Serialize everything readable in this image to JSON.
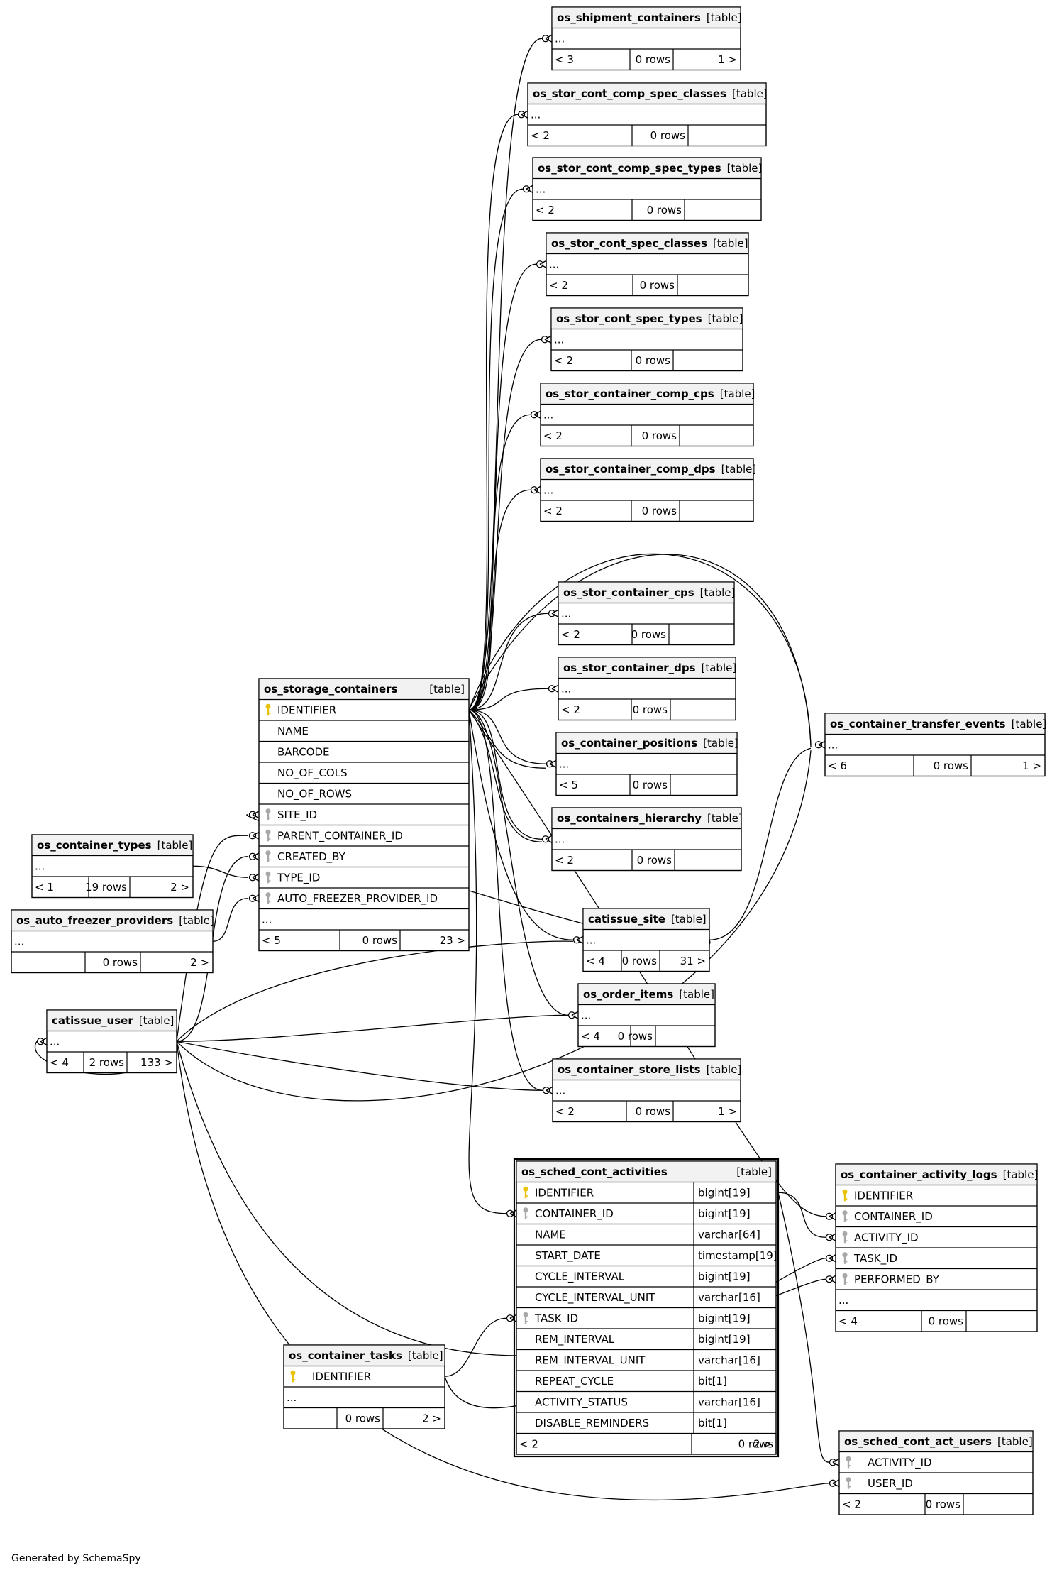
{
  "footer": "Generated by SchemaSpy",
  "tables": [
    {
      "id": "os_shipment_containers",
      "name": "os_shipment_containers",
      "kind": "[table]",
      "columns": [],
      "more": "...",
      "stats": [
        "< 3",
        "0 rows",
        "1 >"
      ]
    },
    {
      "id": "os_stor_cont_comp_spec_classes",
      "name": "os_stor_cont_comp_spec_classes",
      "kind": "[table]",
      "columns": [],
      "more": "...",
      "stats": [
        "< 2",
        "0 rows",
        ""
      ]
    },
    {
      "id": "os_stor_cont_comp_spec_types",
      "name": "os_stor_cont_comp_spec_types",
      "kind": "[table]",
      "columns": [],
      "more": "...",
      "stats": [
        "< 2",
        "0 rows",
        ""
      ]
    },
    {
      "id": "os_stor_cont_spec_classes",
      "name": "os_stor_cont_spec_classes",
      "kind": "[table]",
      "columns": [],
      "more": "...",
      "stats": [
        "< 2",
        "0 rows",
        ""
      ]
    },
    {
      "id": "os_stor_cont_spec_types",
      "name": "os_stor_cont_spec_types",
      "kind": "[table]",
      "columns": [],
      "more": "...",
      "stats": [
        "< 2",
        "0 rows",
        ""
      ]
    },
    {
      "id": "os_stor_container_comp_cps",
      "name": "os_stor_container_comp_cps",
      "kind": "[table]",
      "columns": [],
      "more": "...",
      "stats": [
        "< 2",
        "0 rows",
        ""
      ]
    },
    {
      "id": "os_stor_container_comp_dps",
      "name": "os_stor_container_comp_dps",
      "kind": "[table]",
      "columns": [],
      "more": "...",
      "stats": [
        "< 2",
        "0 rows",
        ""
      ]
    },
    {
      "id": "os_stor_container_cps",
      "name": "os_stor_container_cps",
      "kind": "[table]",
      "columns": [],
      "more": "...",
      "stats": [
        "< 2",
        "0 rows",
        ""
      ]
    },
    {
      "id": "os_stor_container_dps",
      "name": "os_stor_container_dps",
      "kind": "[table]",
      "columns": [],
      "more": "...",
      "stats": [
        "< 2",
        "0 rows",
        ""
      ]
    },
    {
      "id": "os_container_positions",
      "name": "os_container_positions",
      "kind": "[table]",
      "columns": [],
      "more": "...",
      "stats": [
        "< 5",
        "0 rows",
        ""
      ]
    },
    {
      "id": "os_containers_hierarchy",
      "name": "os_containers_hierarchy",
      "kind": "[table]",
      "columns": [],
      "more": "...",
      "stats": [
        "< 2",
        "0 rows",
        ""
      ]
    },
    {
      "id": "catissue_site",
      "name": "catissue_site",
      "kind": "[table]",
      "columns": [],
      "more": "...",
      "stats": [
        "< 4",
        "0 rows",
        "31 >"
      ]
    },
    {
      "id": "os_order_items",
      "name": "os_order_items",
      "kind": "[table]",
      "columns": [],
      "more": "...",
      "stats": [
        "< 4",
        "0 rows",
        ""
      ]
    },
    {
      "id": "os_container_store_lists",
      "name": "os_container_store_lists",
      "kind": "[table]",
      "columns": [],
      "more": "...",
      "stats": [
        "< 2",
        "0 rows",
        "1 >"
      ]
    },
    {
      "id": "os_container_transfer_events",
      "name": "os_container_transfer_events",
      "kind": "[table]",
      "columns": [],
      "more": "...",
      "stats": [
        "< 6",
        "0 rows",
        "1 >"
      ]
    },
    {
      "id": "os_storage_containers",
      "name": "os_storage_containers",
      "kind": "[table]",
      "more": "...",
      "stats": [
        "< 5",
        "0 rows",
        "23 >"
      ],
      "columns": [
        {
          "name": "IDENTIFIER",
          "key": "pk"
        },
        {
          "name": "NAME",
          "key": ""
        },
        {
          "name": "BARCODE",
          "key": ""
        },
        {
          "name": "NO_OF_COLS",
          "key": ""
        },
        {
          "name": "NO_OF_ROWS",
          "key": ""
        },
        {
          "name": "SITE_ID",
          "key": "fk"
        },
        {
          "name": "PARENT_CONTAINER_ID",
          "key": "fk"
        },
        {
          "name": "CREATED_BY",
          "key": "fk"
        },
        {
          "name": "TYPE_ID",
          "key": "fk"
        },
        {
          "name": "AUTO_FREEZER_PROVIDER_ID",
          "key": "fk"
        }
      ]
    },
    {
      "id": "os_container_types",
      "name": "os_container_types",
      "kind": "[table]",
      "columns": [],
      "more": "...",
      "stats": [
        "< 1",
        "19 rows",
        "2 >"
      ]
    },
    {
      "id": "os_auto_freezer_providers",
      "name": "os_auto_freezer_providers",
      "kind": "[table]",
      "columns": [],
      "more": "...",
      "stats": [
        "",
        "0 rows",
        "2 >"
      ]
    },
    {
      "id": "catissue_user",
      "name": "catissue_user",
      "kind": "[table]",
      "columns": [],
      "more": "...",
      "stats": [
        "< 4",
        "2 rows",
        "133 >"
      ]
    },
    {
      "id": "os_sched_cont_activities",
      "name": "os_sched_cont_activities",
      "kind": "[table]",
      "focus": true,
      "stats": [
        "< 2",
        "0 rows",
        "2 >"
      ],
      "columns": [
        {
          "name": "IDENTIFIER",
          "key": "pk",
          "type": "bigint[19]"
        },
        {
          "name": "CONTAINER_ID",
          "key": "fk",
          "type": "bigint[19]"
        },
        {
          "name": "NAME",
          "key": "",
          "type": "varchar[64]"
        },
        {
          "name": "START_DATE",
          "key": "",
          "type": "timestamp[19]"
        },
        {
          "name": "CYCLE_INTERVAL",
          "key": "",
          "type": "bigint[19]"
        },
        {
          "name": "CYCLE_INTERVAL_UNIT",
          "key": "",
          "type": "varchar[16]"
        },
        {
          "name": "TASK_ID",
          "key": "fk",
          "type": "bigint[19]"
        },
        {
          "name": "REM_INTERVAL",
          "key": "",
          "type": "bigint[19]"
        },
        {
          "name": "REM_INTERVAL_UNIT",
          "key": "",
          "type": "varchar[16]"
        },
        {
          "name": "REPEAT_CYCLE",
          "key": "",
          "type": "bit[1]"
        },
        {
          "name": "ACTIVITY_STATUS",
          "key": "",
          "type": "varchar[16]"
        },
        {
          "name": "DISABLE_REMINDERS",
          "key": "",
          "type": "bit[1]"
        }
      ]
    },
    {
      "id": "os_container_tasks",
      "name": "os_container_tasks",
      "kind": "[table]",
      "more": "...",
      "stats": [
        "",
        "0 rows",
        "2 >"
      ],
      "columns": [
        {
          "name": "IDENTIFIER",
          "key": "pk"
        }
      ]
    },
    {
      "id": "os_container_activity_logs",
      "name": "os_container_activity_logs",
      "kind": "[table]",
      "more": "...",
      "stats": [
        "< 4",
        "0 rows",
        ""
      ],
      "columns": [
        {
          "name": "IDENTIFIER",
          "key": "pk"
        },
        {
          "name": "CONTAINER_ID",
          "key": "fk"
        },
        {
          "name": "ACTIVITY_ID",
          "key": "fk"
        },
        {
          "name": "TASK_ID",
          "key": "fk"
        },
        {
          "name": "PERFORMED_BY",
          "key": "fk"
        }
      ]
    },
    {
      "id": "os_sched_cont_act_users",
      "name": "os_sched_cont_act_users",
      "kind": "[table]",
      "stats": [
        "< 2",
        "0 rows",
        ""
      ],
      "columns": [
        {
          "name": "ACTIVITY_ID",
          "key": "fk"
        },
        {
          "name": "USER_ID",
          "key": "fk"
        }
      ]
    }
  ]
}
